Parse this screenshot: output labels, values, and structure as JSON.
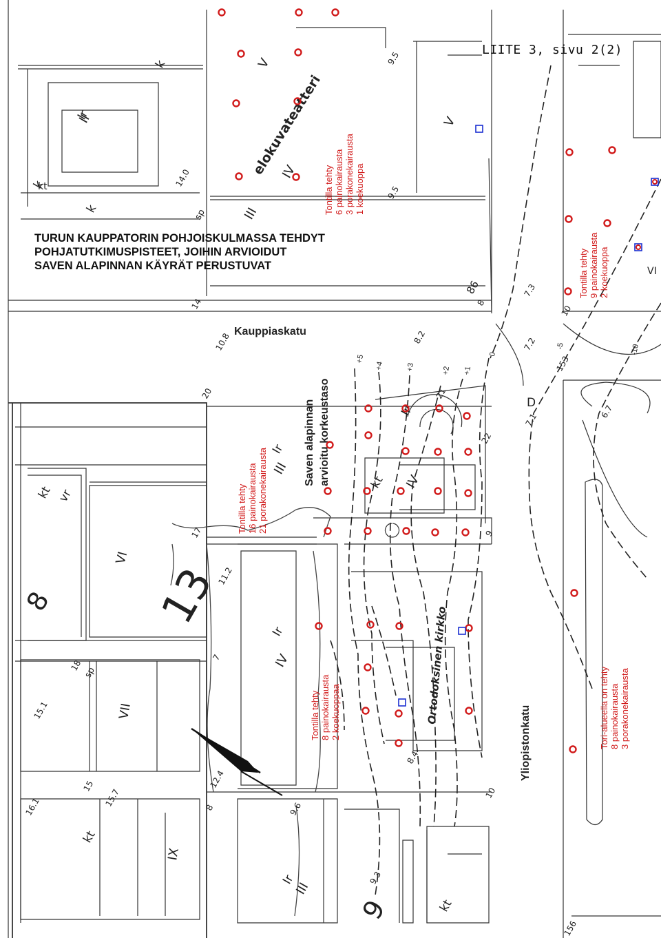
{
  "header": {
    "page_ref": "LIITE 3, sivu 2(2)",
    "title_lines": [
      "TURUN KAUPPATORIN POHJOISKULMASSA TEHDYT",
      "POHJATUTKIMUSPISTEET, JOIHIN ARVIOIDUT",
      "SAVEN ALAPINNAN KÄYRÄT PERUSTUVAT"
    ]
  },
  "streets": {
    "kauppiaskatu": "Kauppiaskatu",
    "yliopistonkatu": "Yliopistonkatu"
  },
  "buildings": {
    "elokuvateatteri": "elokuvateatteri",
    "ortodoksinen_kirkko": "Ortodoksinen kirkko"
  },
  "legend_clay": {
    "line1": "Saven alapinnan",
    "line2": "arvioitu korkeustaso"
  },
  "plot_notes": {
    "north_block": [
      "Tontilla tehty",
      "6 painokairausta",
      "3 porakonekairausta",
      "1 koekuoppa"
    ],
    "east_block": [
      "Tontilla tehty",
      "9 painokairausta",
      "2 koekuoppa"
    ],
    "middle_block": [
      "Tontilla tehty",
      "16 painokairausta",
      "21 porakonekairausta"
    ],
    "church_block": [
      "Tontilla tehty",
      "8 painokairausta",
      "2 koekuoppaa"
    ],
    "market_square": [
      "Tori-alueella on  tehty",
      "8 painokairausta",
      "3 porakonekairausta"
    ]
  },
  "contour_labels": [
    "+5",
    "+4",
    "+3",
    "+2",
    "+1",
    "0",
    "-5",
    "-10"
  ],
  "block_numbers": [
    "13",
    "8",
    "9"
  ],
  "map_labels": {
    "roman": [
      "II",
      "V",
      "V",
      "IV",
      "III",
      "IV",
      "III",
      "VI",
      "VII",
      "IX",
      "IV",
      "III",
      "VI"
    ],
    "codes": [
      "k",
      "k",
      "k",
      "Ir",
      "sp",
      "Ir",
      "kt",
      "kt",
      "Ir",
      "Ir",
      "vr",
      "kt",
      "sp",
      "kt",
      "kt",
      "Ir",
      "D"
    ],
    "heights": [
      "14.0",
      "9.5",
      "9.5",
      "14",
      "10.8",
      "8.2",
      "86",
      "8",
      "7.3",
      "10",
      "7.2",
      "153",
      "7.1",
      "6.7",
      "20",
      "21",
      "22",
      "17",
      "11.2",
      "9",
      "18",
      "15.1",
      "15",
      "15.7",
      "16.1",
      "12.4",
      "8",
      "9.6",
      "8.4",
      "10",
      "9.3",
      "156",
      "7"
    ]
  },
  "markers": {
    "painokairaus_color": "#d11a1a",
    "koekuoppa_color": "#1a2fd1"
  }
}
